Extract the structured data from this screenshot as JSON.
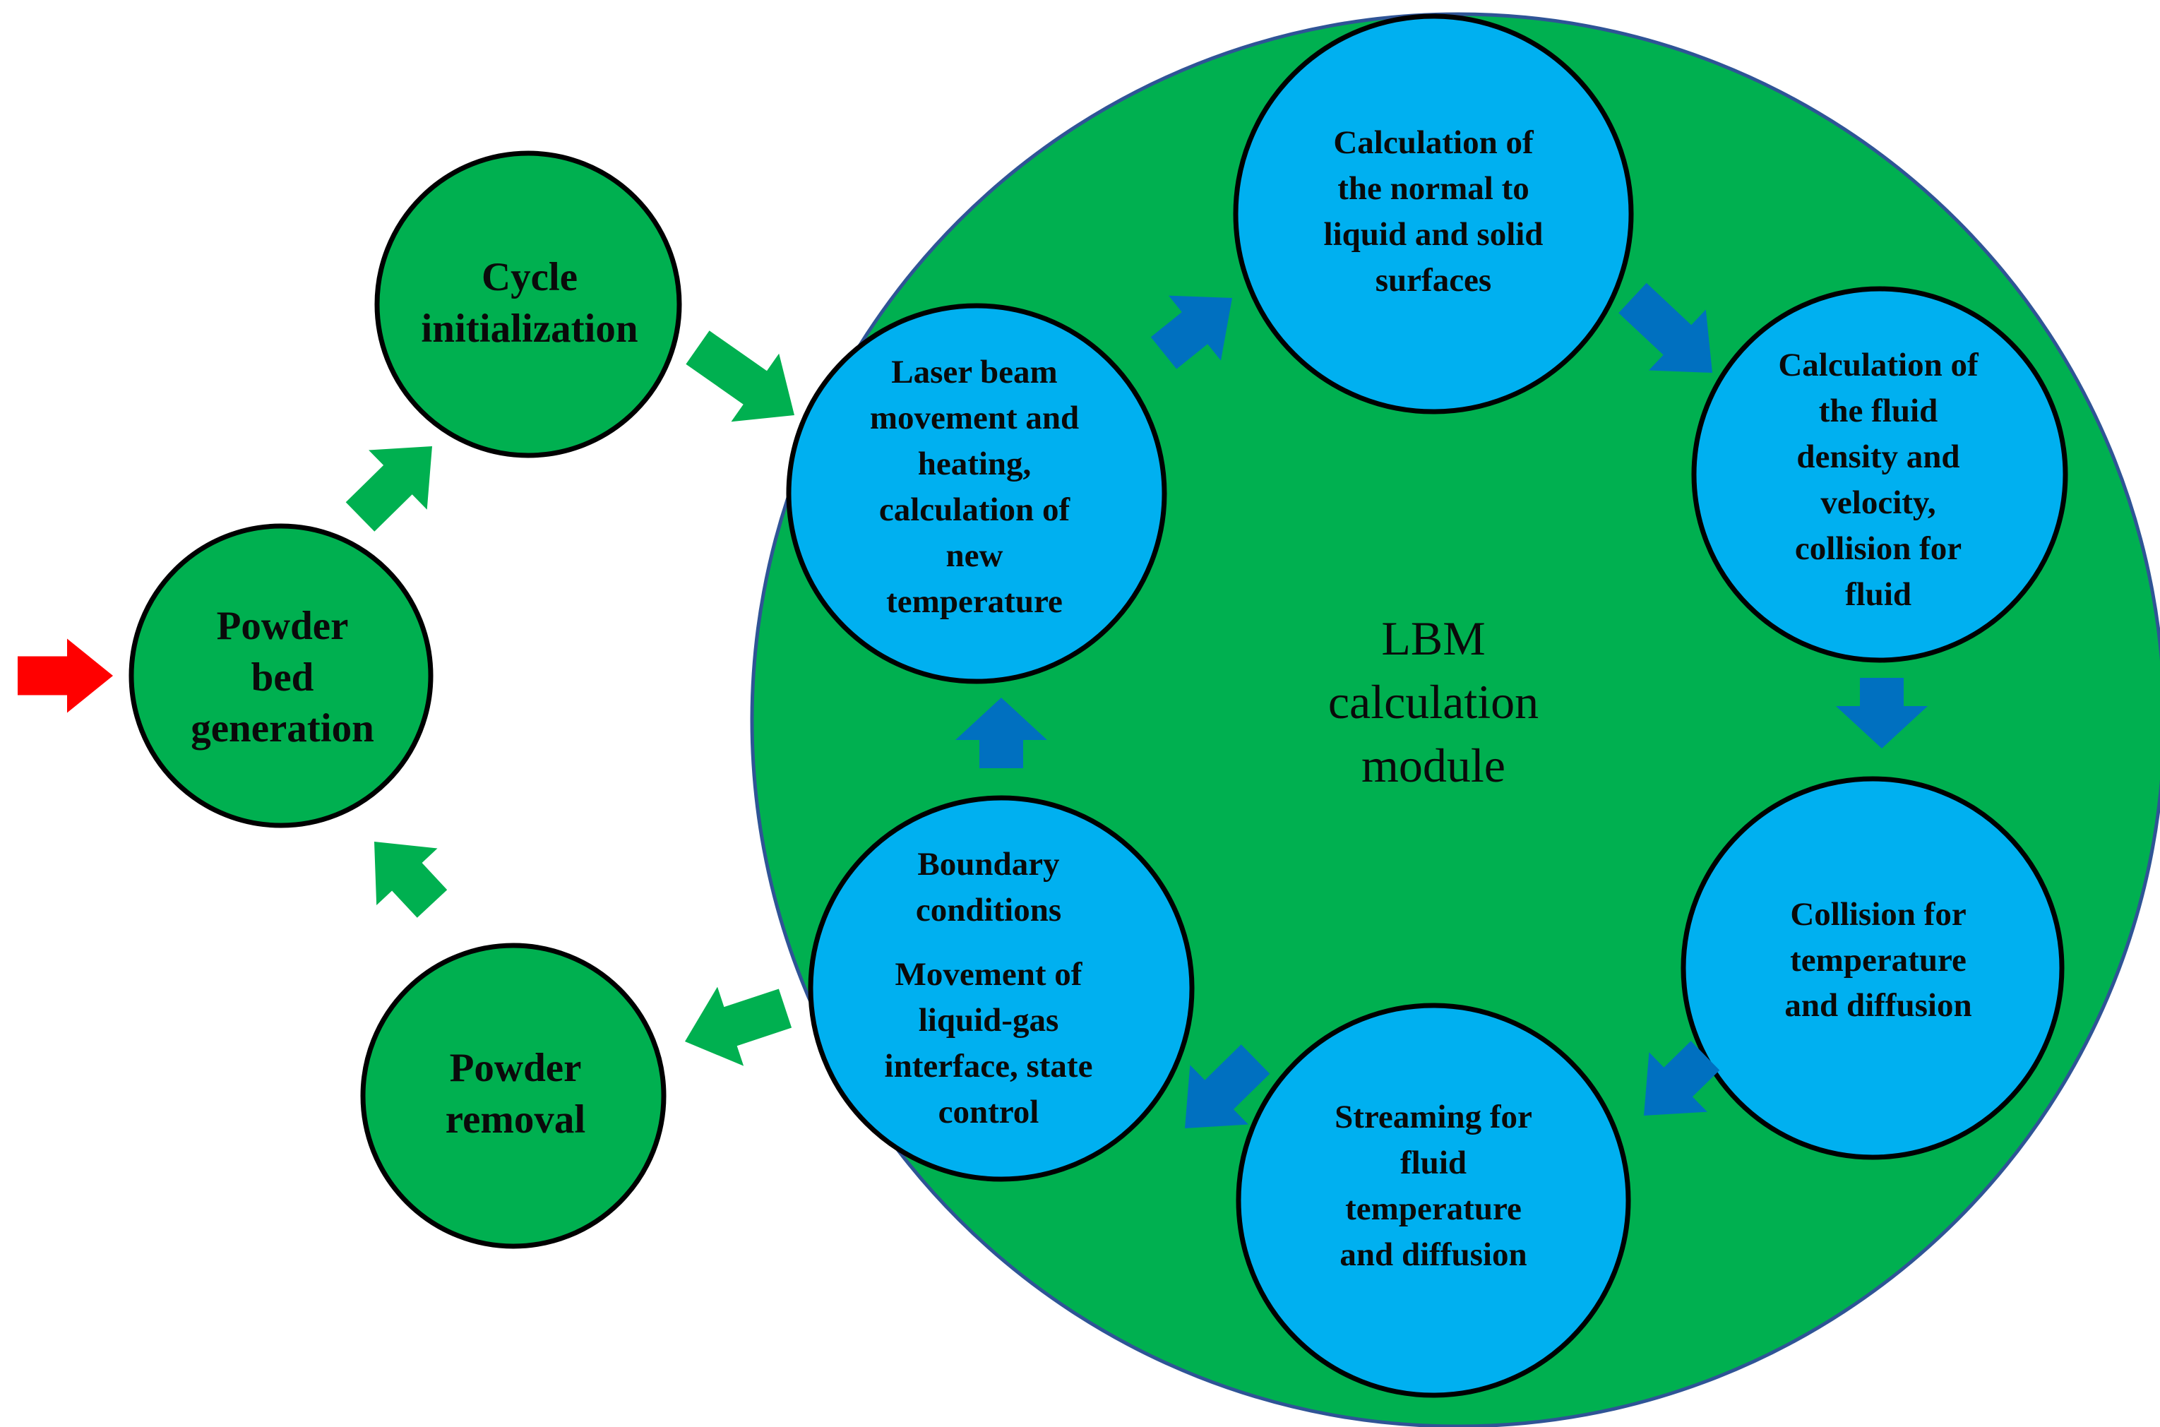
{
  "module": {
    "label": "LBM\ncalculation\nmodule",
    "fill": "#00b050",
    "stroke": "#2f5496"
  },
  "outer_nodes": [
    {
      "id": "powder-bed-generation",
      "label": "Powder\nbed\ngeneration"
    },
    {
      "id": "cycle-initialization",
      "label": "Cycle\ninitialization"
    },
    {
      "id": "powder-removal",
      "label": "Powder\nremoval"
    }
  ],
  "inner_nodes": [
    {
      "id": "laser-beam-heating",
      "label": "Laser beam\nmovement and\nheating,\ncalculation of\nnew\ntemperature"
    },
    {
      "id": "normal-calculation",
      "label": "Calculation of\nthe normal to\nliquid and solid\nsurfaces"
    },
    {
      "id": "fluid-density-velocity",
      "label": "Calculation of\nthe fluid\ndensity and\nvelocity,\ncollision for\nfluid"
    },
    {
      "id": "collision-temperature",
      "label": "Collision for\ntemperature\nand diffusion"
    },
    {
      "id": "streaming",
      "label": "Streaming for\nfluid\ntemperature\nand diffusion"
    },
    {
      "id": "boundary-conditions",
      "label_top": "Boundary\nconditions",
      "label_bottom": "Movement of\nliquid-gas\ninterface, state\ncontrol"
    }
  ],
  "colors": {
    "outer_node_fill": "#00b050",
    "inner_node_fill": "#00b0f0",
    "node_stroke": "#000000",
    "green_arrow": "#00b050",
    "blue_arrow": "#0070c0",
    "start_arrow": "#ff0000"
  },
  "arrows": [
    {
      "id": "start-arrow",
      "from": "",
      "to": "powder-bed-generation",
      "color": "start"
    },
    {
      "id": "arrow-bed-to-cycle",
      "from": "powder-bed-generation",
      "to": "cycle-initialization",
      "color": "green"
    },
    {
      "id": "arrow-cycle-to-module",
      "from": "cycle-initialization",
      "to": "laser-beam-heating",
      "color": "green"
    },
    {
      "id": "arrow-laser-to-normal",
      "from": "laser-beam-heating",
      "to": "normal-calculation",
      "color": "blue"
    },
    {
      "id": "arrow-normal-to-fluid",
      "from": "normal-calculation",
      "to": "fluid-density-velocity",
      "color": "blue"
    },
    {
      "id": "arrow-fluid-to-collision",
      "from": "fluid-density-velocity",
      "to": "collision-temperature",
      "color": "blue"
    },
    {
      "id": "arrow-collision-to-streaming",
      "from": "collision-temperature",
      "to": "streaming",
      "color": "blue"
    },
    {
      "id": "arrow-streaming-to-boundary",
      "from": "streaming",
      "to": "boundary-conditions",
      "color": "blue"
    },
    {
      "id": "arrow-boundary-to-laser",
      "from": "boundary-conditions",
      "to": "laser-beam-heating",
      "color": "blue"
    },
    {
      "id": "arrow-module-to-removal",
      "from": "boundary-conditions",
      "to": "powder-removal",
      "color": "green"
    },
    {
      "id": "arrow-removal-to-bed",
      "from": "powder-removal",
      "to": "powder-bed-generation",
      "color": "green"
    }
  ]
}
